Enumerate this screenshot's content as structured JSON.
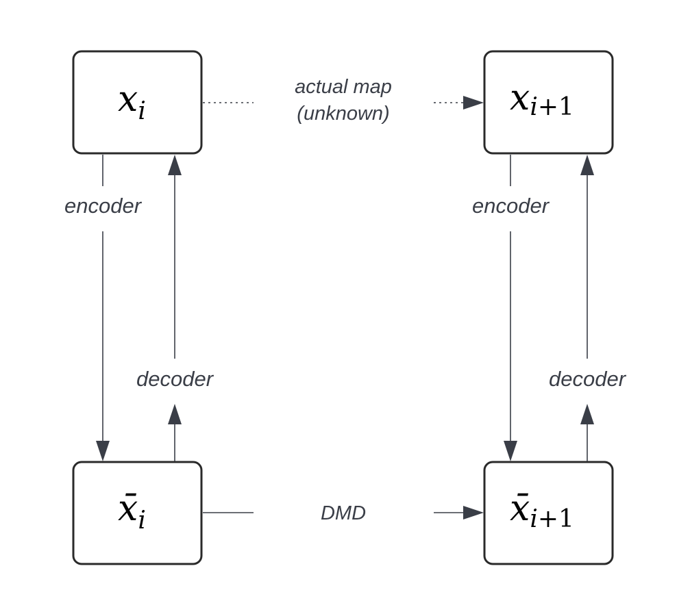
{
  "nodes": {
    "x_i": {
      "symbol": "x",
      "subscript_var": "i",
      "subscript_rest": ""
    },
    "x_i1": {
      "symbol": "x",
      "subscript_var": "i",
      "subscript_rest": "+1"
    },
    "xbar_i": {
      "symbol": "x̄",
      "subscript_var": "i",
      "subscript_rest": ""
    },
    "xbar_i1": {
      "symbol": "x̄",
      "subscript_var": "i",
      "subscript_rest": "+1"
    }
  },
  "edges": {
    "actual_map": {
      "line1": "actual map",
      "line2": "(unknown)"
    },
    "dmd": {
      "label": "DMD"
    },
    "encoder_left": {
      "label": "encoder"
    },
    "decoder_left": {
      "label": "decoder"
    },
    "encoder_right": {
      "label": "encoder"
    },
    "decoder_right": {
      "label": "decoder"
    }
  },
  "colors": {
    "box_stroke": "#2a2a2a",
    "edge": "#3a3e47",
    "label": "#3a3e47"
  }
}
